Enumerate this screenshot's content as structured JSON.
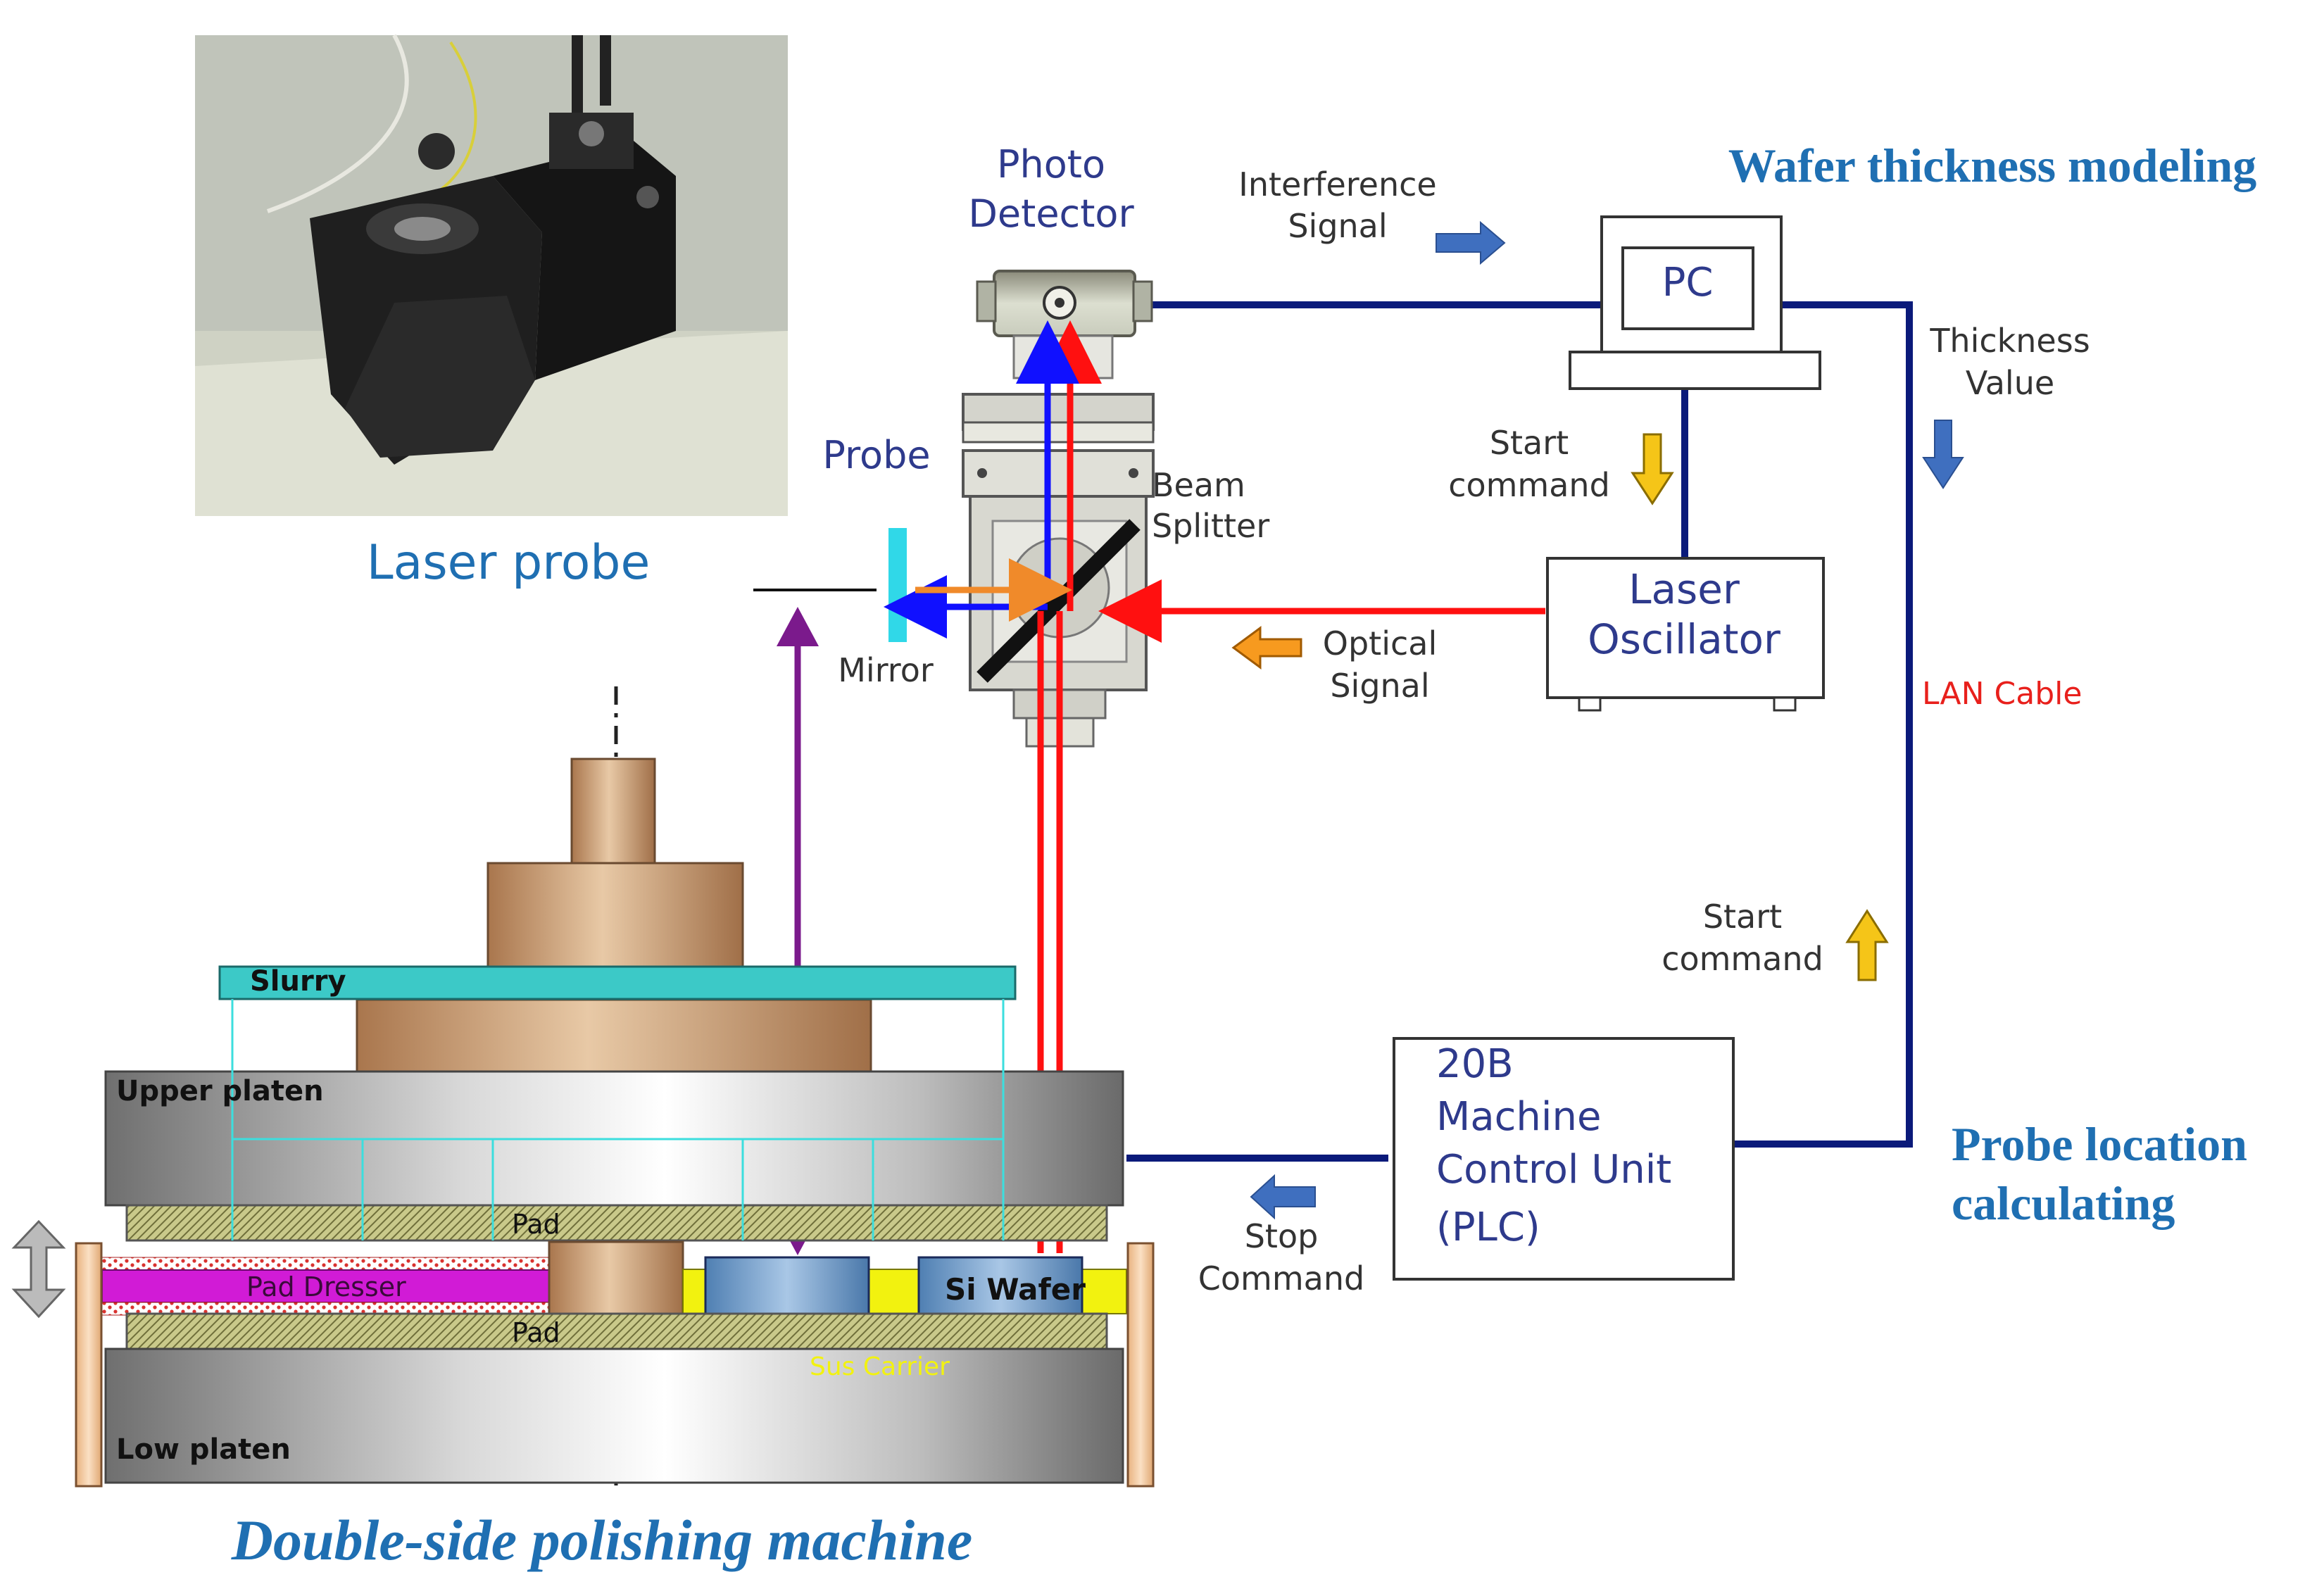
{
  "headings": {
    "wafer_thickness_modeling": "Wafer thickness modeling",
    "probe_location_calculating_1": "Probe location",
    "probe_location_calculating_2": "calculating",
    "double_side_polishing_machine": "Double-side polishing machine",
    "laser_probe": "Laser probe"
  },
  "optics": {
    "photo_detector_1": "Photo",
    "photo_detector_2": "Detector",
    "probe": "Probe",
    "beam_splitter_1": "Beam",
    "beam_splitter_2": "Splitter",
    "mirror": "Mirror"
  },
  "signals": {
    "interference_1": "Interference",
    "interference_2": "Signal",
    "thickness_1": "Thickness",
    "thickness_2": "Value",
    "start_top_1": "Start",
    "start_top_2": "command",
    "optical_1": "Optical",
    "optical_2": "Signal",
    "lan_cable": "LAN Cable",
    "start_bottom_1": "Start",
    "start_bottom_2": "command",
    "stop_1": "Stop",
    "stop_2": "Command"
  },
  "devices": {
    "pc": "PC",
    "laser_oscillator_1": "Laser",
    "laser_oscillator_2": "Oscillator",
    "control_unit_1": "20B",
    "control_unit_2": "Machine",
    "control_unit_3": "Control Unit",
    "control_unit_4": "(PLC)"
  },
  "machine": {
    "slurry": "Slurry",
    "upper_platen": "Upper platen",
    "pad_top": "Pad",
    "pad_dresser": "Pad Dresser",
    "si_wafer": "Si Wafer",
    "pad_bottom": "Pad",
    "sus_carrier": "Sus Carrier",
    "low_platen": "Low platen"
  },
  "colors": {
    "heading_blue": "#1f6fb2",
    "label_blue": "#2e3a8c",
    "cable_navy": "#0a1a7a",
    "arrow_blue": "#3f6fbf",
    "arrow_orange": "#f79a1f",
    "arrow_yellow": "#f5c518",
    "beam_red": "#ff1010",
    "beam_blue": "#1010ff",
    "purple": "#7b1a8c",
    "lan_red": "#e8201c",
    "slurry": "#3cc9c7",
    "copper": "#c59b74",
    "yellow": "#f2f20f",
    "magenta": "#d11bd6"
  }
}
